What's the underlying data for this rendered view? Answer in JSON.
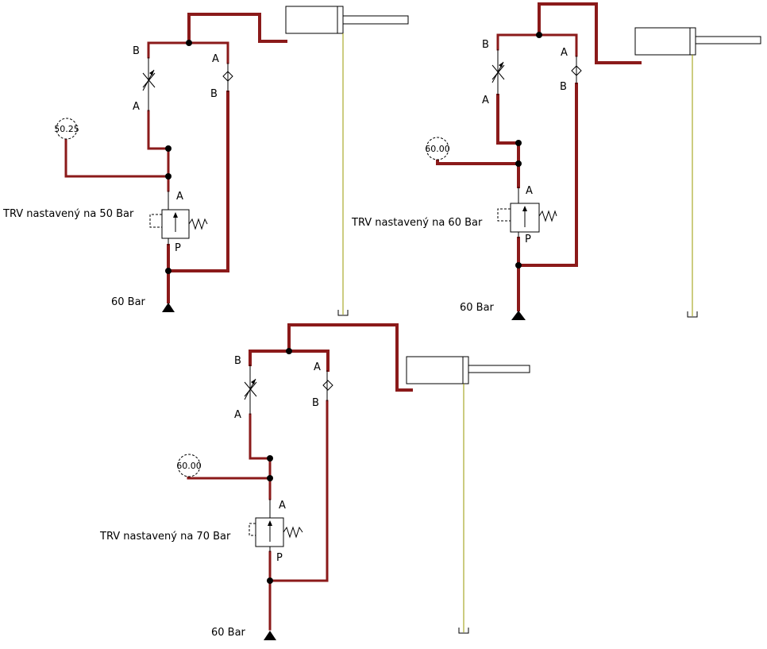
{
  "circuits": [
    {
      "trv_label": "TRV nastavený na 50 Bar",
      "gauge_value": "50.25",
      "supply_label": "60  Bar",
      "port_labels": {
        "throttle_top": "B",
        "throttle_bottom": "A",
        "check_top": "A",
        "check_bottom": "B",
        "valve_top": "A",
        "valve_bottom": "P"
      }
    },
    {
      "trv_label": "TRV nastavený na 60 Bar",
      "gauge_value": "60.00",
      "supply_label": "60  Bar",
      "port_labels": {
        "throttle_top": "B",
        "throttle_bottom": "A",
        "check_top": "A",
        "check_bottom": "B",
        "valve_top": "A",
        "valve_bottom": "P"
      }
    },
    {
      "trv_label": "TRV nastavený na 70 Bar",
      "gauge_value": "60.00",
      "supply_label": "60  Bar",
      "port_labels": {
        "throttle_top": "B",
        "throttle_bottom": "A",
        "check_top": "A",
        "check_bottom": "B",
        "valve_top": "A",
        "valve_bottom": "P"
      }
    }
  ],
  "colors": {
    "pipe": "#8b1a1a",
    "rod_guide": "#9a9a00",
    "line": "#000000"
  }
}
